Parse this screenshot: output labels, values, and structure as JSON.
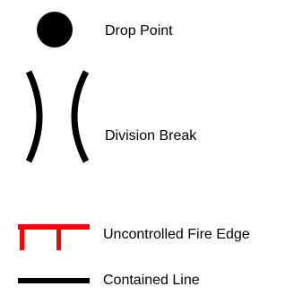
{
  "legend": {
    "items": [
      {
        "symbol": "drop-point-icon",
        "label": "Drop Point"
      },
      {
        "symbol": "division-break-icon",
        "label": "Division Break"
      },
      {
        "symbol": "uncontrolled-fire-edge-icon",
        "label": "Uncontrolled Fire Edge"
      },
      {
        "symbol": "contained-line-icon",
        "label": "Contained Line"
      }
    ]
  },
  "colors": {
    "drop_point": "#000000",
    "division_break": "#000000",
    "uncontrolled_fire_edge": "#ff0000",
    "contained_line": "#000000"
  }
}
